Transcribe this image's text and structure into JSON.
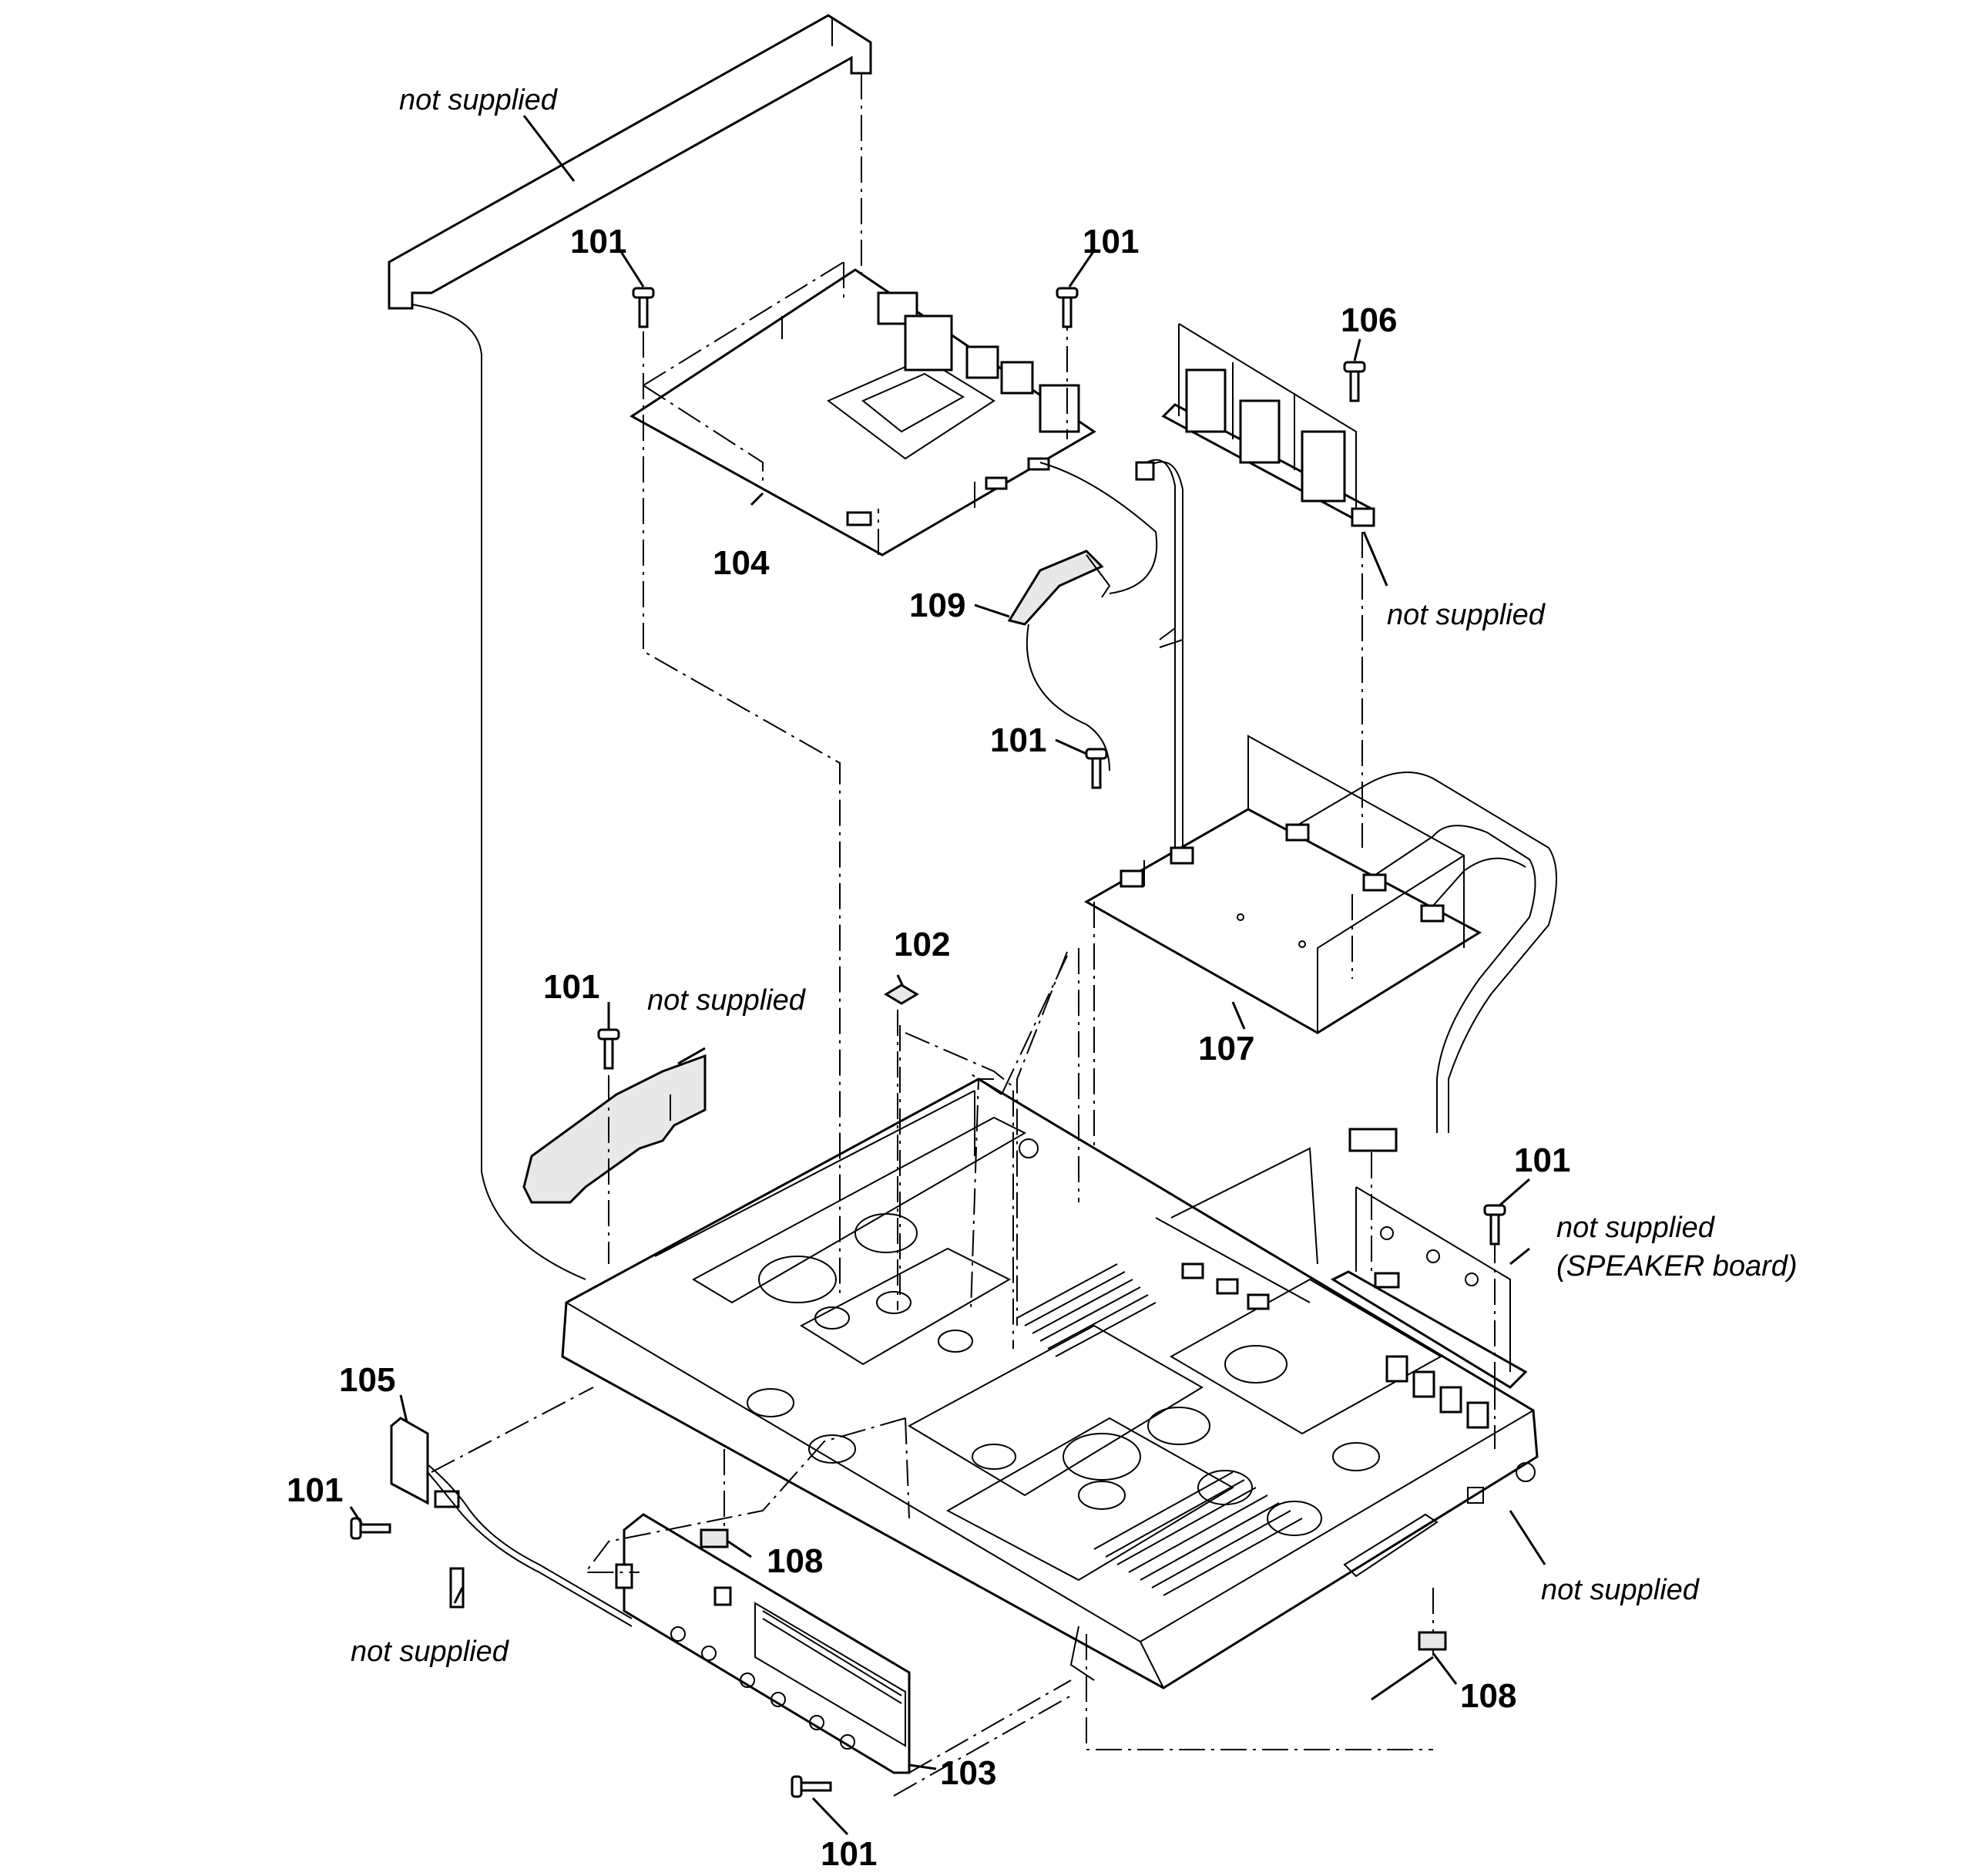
{
  "labels": {
    "part_101": "101",
    "part_102": "102",
    "part_103": "103",
    "part_104": "104",
    "part_105": "105",
    "part_106": "106",
    "part_107": "107",
    "part_108": "108",
    "part_109": "109",
    "not_supplied": "not supplied",
    "speaker_board": "(SPEAKER board)"
  }
}
